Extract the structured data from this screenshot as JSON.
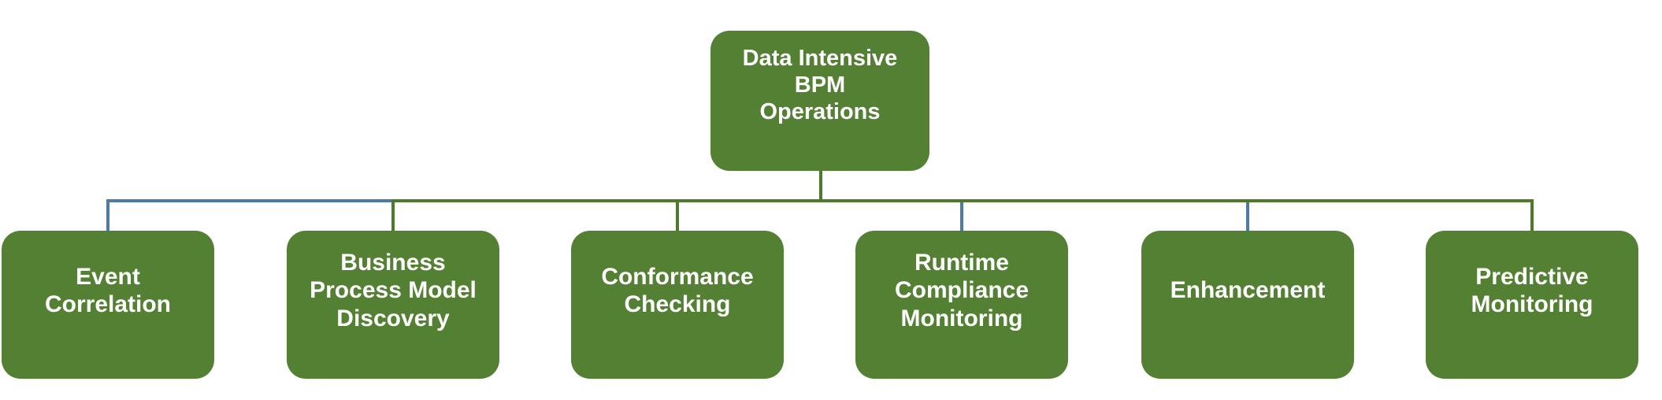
{
  "colors": {
    "node_fill": "#538033",
    "line_green": "#4e7a2d",
    "line_blue": "#4d7aa6",
    "text": "#ffffff",
    "background": "#ffffff"
  },
  "root": {
    "label": "Data Intensive\nBPM\nOperations",
    "connector_color": "green"
  },
  "bus": {
    "left_segment_color": "blue",
    "right_segment_color": "green"
  },
  "children": [
    {
      "label": "Event\nCorrelation",
      "connector_color": "blue"
    },
    {
      "label": "Business\nProcess Model\nDiscovery",
      "connector_color": "green"
    },
    {
      "label": "Conformance\nChecking",
      "connector_color": "green"
    },
    {
      "label": "Runtime\nCompliance\nMonitoring",
      "connector_color": "blue"
    },
    {
      "label": "Enhancement",
      "connector_color": "blue"
    },
    {
      "label": "Predictive\nMonitoring",
      "connector_color": "green"
    }
  ]
}
